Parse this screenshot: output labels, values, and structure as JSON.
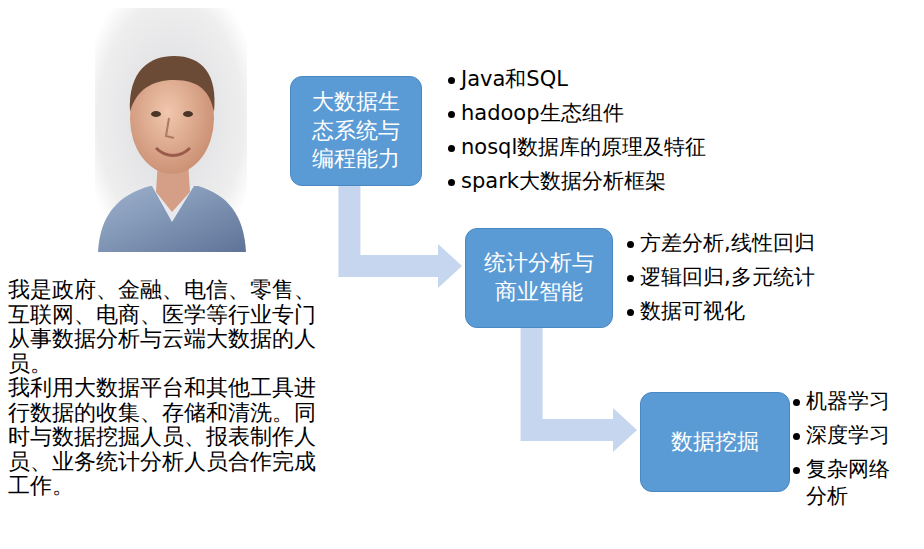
{
  "diagram": {
    "nodes": [
      {
        "text": [
          "大数据生态系统与编程能力"
        ]
      },
      {
        "text": [
          "统计分析与商业智能"
        ]
      },
      {
        "text": [
          "数据挖掘"
        ]
      }
    ],
    "edges": [
      {
        "from": 0,
        "to": 1,
        "arrow": "to"
      },
      {
        "from": 1,
        "to": 2,
        "arrow": "to"
      }
    ],
    "labels": [
      "我是政府、金融、电信、零售、互联网、电商、医学等行业专门从事数据分析与云端大数据的人员。",
      "我利用大数据平台和其他工具进行数据的收集、存储和清洗。同时与数据挖掘人员、报表制作人员、业务统计分析人员合作完成工作。",
      "Java和SQL",
      "hadoop生态组件",
      "nosql数据库的原理及特征",
      "spark大数据分析框架",
      "方差分析,线性回归",
      "逻辑回归,多元统计",
      "数据可视化",
      "机器学习",
      "深度学习",
      "复杂网络分析"
    ]
  }
}
